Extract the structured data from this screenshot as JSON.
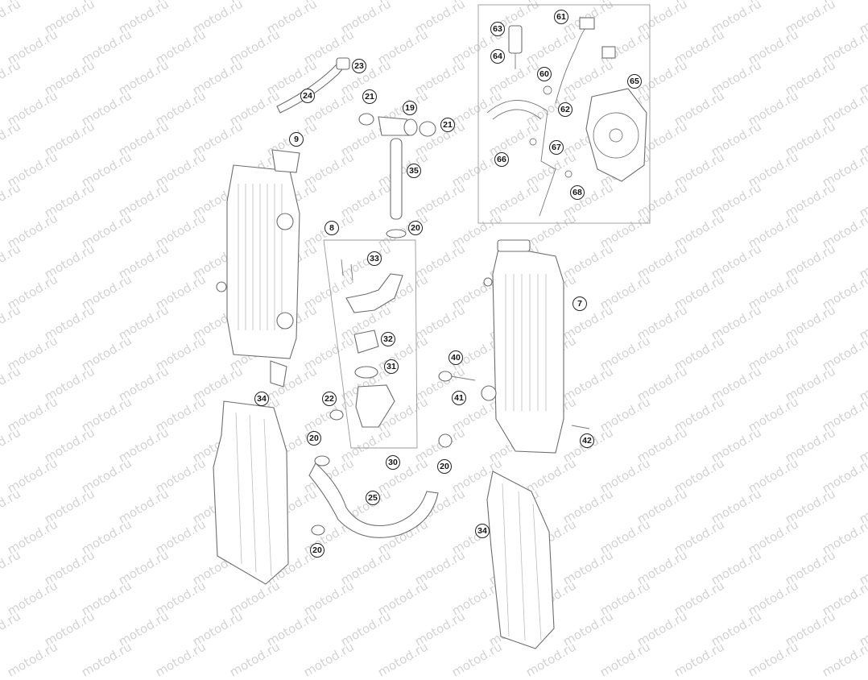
{
  "watermark": {
    "text": "motod.ru",
    "color": "#d3d3d3"
  },
  "callouts": [
    {
      "id": "c63",
      "label": "63"
    },
    {
      "id": "c61",
      "label": "61"
    },
    {
      "id": "c64",
      "label": "64"
    },
    {
      "id": "c60",
      "label": "60"
    },
    {
      "id": "c65",
      "label": "65"
    },
    {
      "id": "c62",
      "label": "62"
    },
    {
      "id": "c66",
      "label": "66"
    },
    {
      "id": "c67",
      "label": "67"
    },
    {
      "id": "c68",
      "label": "68"
    },
    {
      "id": "c23",
      "label": "23"
    },
    {
      "id": "c24",
      "label": "24"
    },
    {
      "id": "c21a",
      "label": "21"
    },
    {
      "id": "c19",
      "label": "19"
    },
    {
      "id": "c21b",
      "label": "21"
    },
    {
      "id": "c9",
      "label": "9"
    },
    {
      "id": "c35",
      "label": "35"
    },
    {
      "id": "c8",
      "label": "8"
    },
    {
      "id": "c20a",
      "label": "20"
    },
    {
      "id": "c33",
      "label": "33"
    },
    {
      "id": "c7",
      "label": "7"
    },
    {
      "id": "c32",
      "label": "32"
    },
    {
      "id": "c40",
      "label": "40"
    },
    {
      "id": "c31",
      "label": "31"
    },
    {
      "id": "c34a",
      "label": "34"
    },
    {
      "id": "c22",
      "label": "22"
    },
    {
      "id": "c41",
      "label": "41"
    },
    {
      "id": "c20b",
      "label": "20"
    },
    {
      "id": "c42",
      "label": "42"
    },
    {
      "id": "c30",
      "label": "30"
    },
    {
      "id": "c20c",
      "label": "20"
    },
    {
      "id": "c25",
      "label": "25"
    },
    {
      "id": "c34b",
      "label": "34"
    },
    {
      "id": "c20d",
      "label": "20"
    }
  ]
}
